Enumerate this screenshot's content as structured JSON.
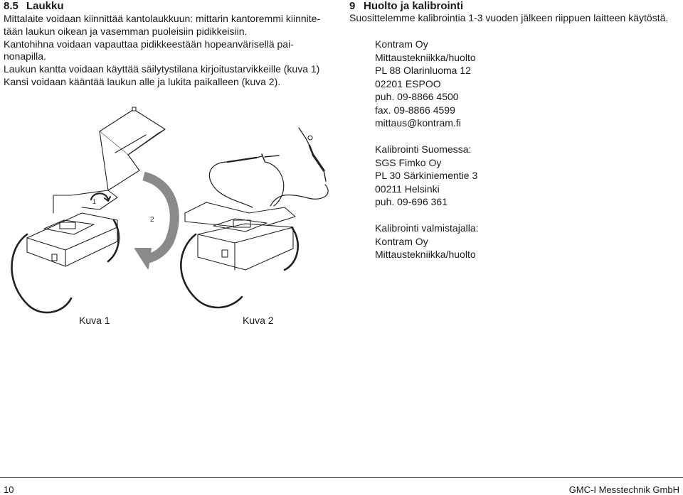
{
  "left": {
    "section_number": "8.5",
    "section_title": "Laukku",
    "lines": [
      "Mittalaite voidaan kiinnittää kantolaukkuun: mittarin kantoremmi kiinnite-",
      "tään laukun oikean ja vasemman puoleisiin pidikkeisiin.",
      "Kantohihna voidaan vapauttaa pidikkeestään hopeanvärisellä pai-",
      "nonapilla.",
      "Laukun kantta voidaan käyttää säilytystilana kirjoitustarvikkeille (kuva 1)",
      "Kansi voidaan kääntää laukun alle ja lukita paikalleen (kuva 2)."
    ],
    "figure_labels": {
      "step1": "1",
      "step2": "2"
    },
    "captions": {
      "fig1": "Kuva 1",
      "fig2": "Kuva 2"
    }
  },
  "right": {
    "section_number": "9",
    "section_title": "Huolto ja kalibrointi",
    "intro": "Suosittelemme kalibrointia 1-3 vuoden jälkeen riippuen laitteen käytöstä.",
    "contact1": [
      "Kontram Oy",
      "Mittaustekniikka/huolto",
      "PL 88 Olarinluoma 12",
      "02201 ESPOO",
      "puh. 09-8866 4500",
      "fax. 09-8866 4599",
      "mittaus@kontram.fi"
    ],
    "contact2": [
      "Kalibrointi Suomessa:",
      "SGS Fimko Oy",
      "PL 30 Särkiniementie 3",
      "00211 Helsinki",
      "puh. 09-696 361"
    ],
    "contact3": [
      "Kalibrointi valmistajalla:",
      "Kontram Oy",
      "Mittaustekniikka/huolto"
    ]
  },
  "footer": {
    "page_number": "10",
    "company": "GMC-I Messtechnik GmbH"
  }
}
